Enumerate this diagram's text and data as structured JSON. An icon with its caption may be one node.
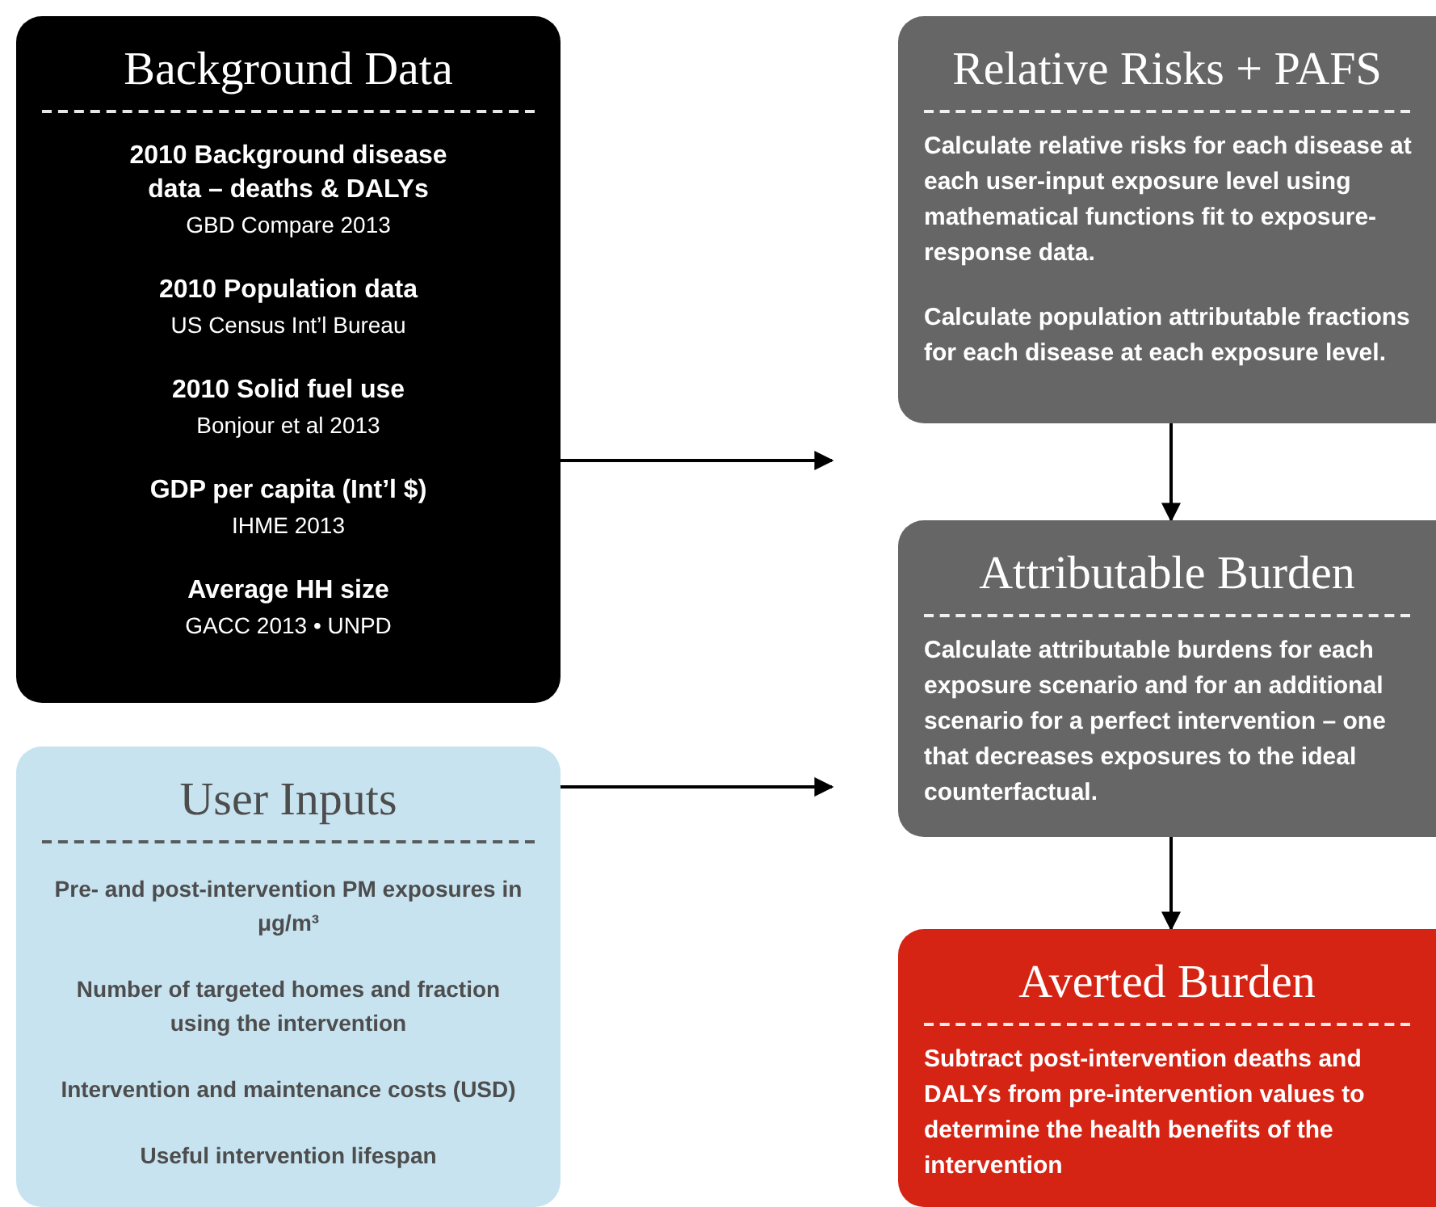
{
  "diagram": {
    "nodes": [
      {
        "text": [
          "Background Data",
          "2010 Background disease data – deaths & DALYs",
          "GBD Compare 2013",
          "2010 Population data",
          "US Census Int’l Bureau",
          "2010 Solid fuel use",
          "Bonjour et al 2013",
          "GDP per capita (Int’l $)",
          "IHME 2013",
          "Average HH size",
          "GACC 2013 • UNPD"
        ]
      },
      {
        "text": [
          "User Inputs",
          "Pre- and post-intervention PM exposures in μg/m³",
          "Number of targeted homes and fraction using the intervention",
          "Intervention and maintenance costs (USD)",
          "Useful intervention lifespan"
        ]
      },
      {
        "text": [
          "Relative Risks + PAFS",
          "Calculate relative risks for each disease at each user-input exposure level using mathematical functions fit to exposure-response data.",
          "Calculate population attributable fractions for each disease at each exposure level."
        ]
      },
      {
        "text": [
          "Attributable Burden",
          "Calculate attributable burdens for each exposure scenario and for an additional scenario for a perfect intervention – one that decreases exposures to the ideal counterfactual."
        ]
      },
      {
        "text": [
          "Averted Burden",
          "Subtract post-intervention deaths and DALYs from pre-intervention values to determine the health benefits of the intervention"
        ]
      }
    ],
    "edges": [
      {
        "from": 0,
        "to": null,
        "arrow": "to"
      },
      {
        "from": 1,
        "to": null,
        "arrow": "to"
      },
      {
        "from": 2,
        "to": 3,
        "arrow": "to"
      },
      {
        "from": 3,
        "to": 4,
        "arrow": "to"
      }
    ]
  }
}
